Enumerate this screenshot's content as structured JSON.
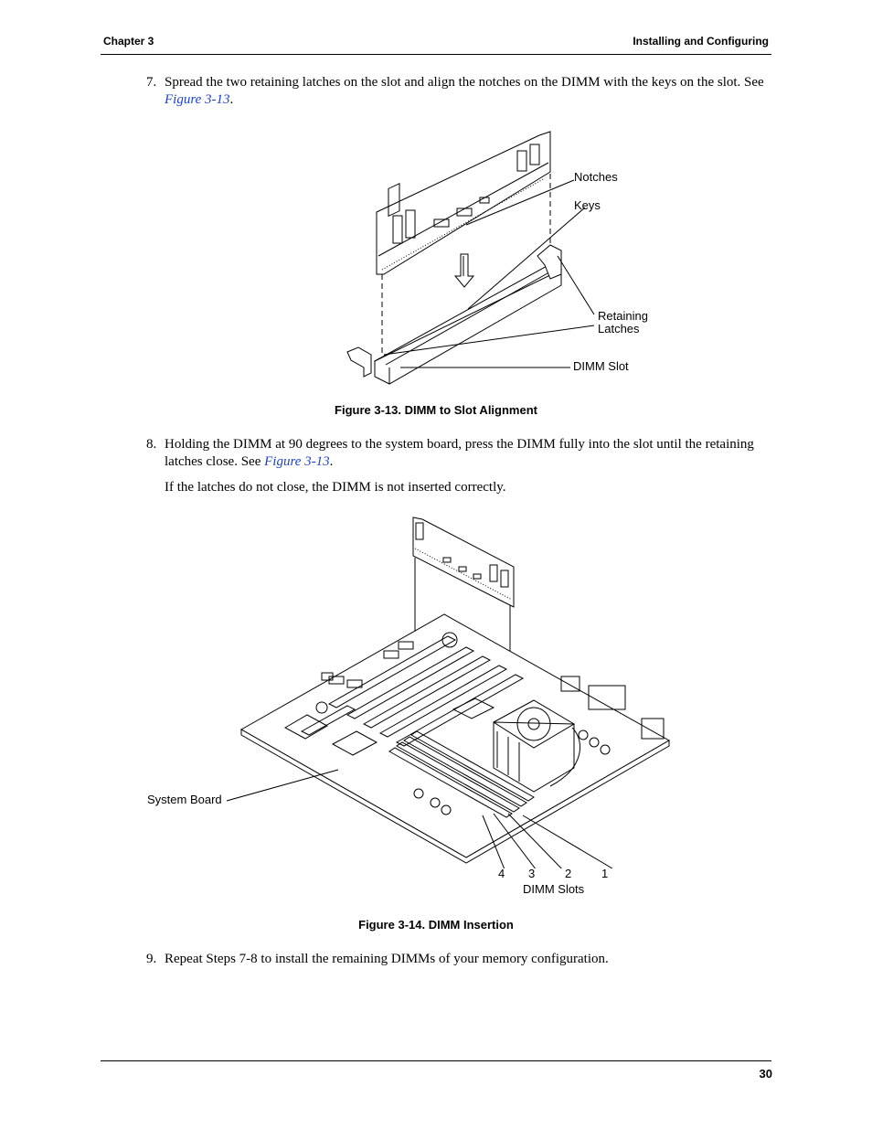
{
  "header": {
    "chapter": "Chapter 3",
    "section": "Installing and Configuring"
  },
  "steps": [
    {
      "number": "7.",
      "text_before": "Spread the two retaining latches on the slot and align the notches on the DIMM with the keys on the slot. See ",
      "link": "Figure 3-13",
      "text_after": "."
    },
    {
      "number": "8.",
      "text_before": "Holding the DIMM at 90 degrees to the system board, press the DIMM fully into the slot until the retaining latches close. See ",
      "link": "Figure 3-13",
      "text_after": "."
    },
    {
      "number": "9.",
      "text": "Repeat Steps 7-8 to install the remaining DIMMs of your memory configuration."
    }
  ],
  "note": "If the latches do not close, the DIMM is not inserted correctly.",
  "figure_13": {
    "caption": "Figure 3-13.  DIMM to Slot Alignment",
    "labels": {
      "notches": "Notches",
      "keys": "Keys",
      "retaining": "Retaining",
      "latches": "Latches",
      "dimm_slot": "DIMM Slot"
    }
  },
  "figure_14": {
    "caption": "Figure 3-14.  DIMM Insertion",
    "labels": {
      "system_board": "System Board",
      "slot4": "4",
      "slot3": "3",
      "slot2": "2",
      "slot1": "1",
      "dimm_slots": "DIMM Slots"
    }
  },
  "footer": {
    "page_number": "30"
  }
}
